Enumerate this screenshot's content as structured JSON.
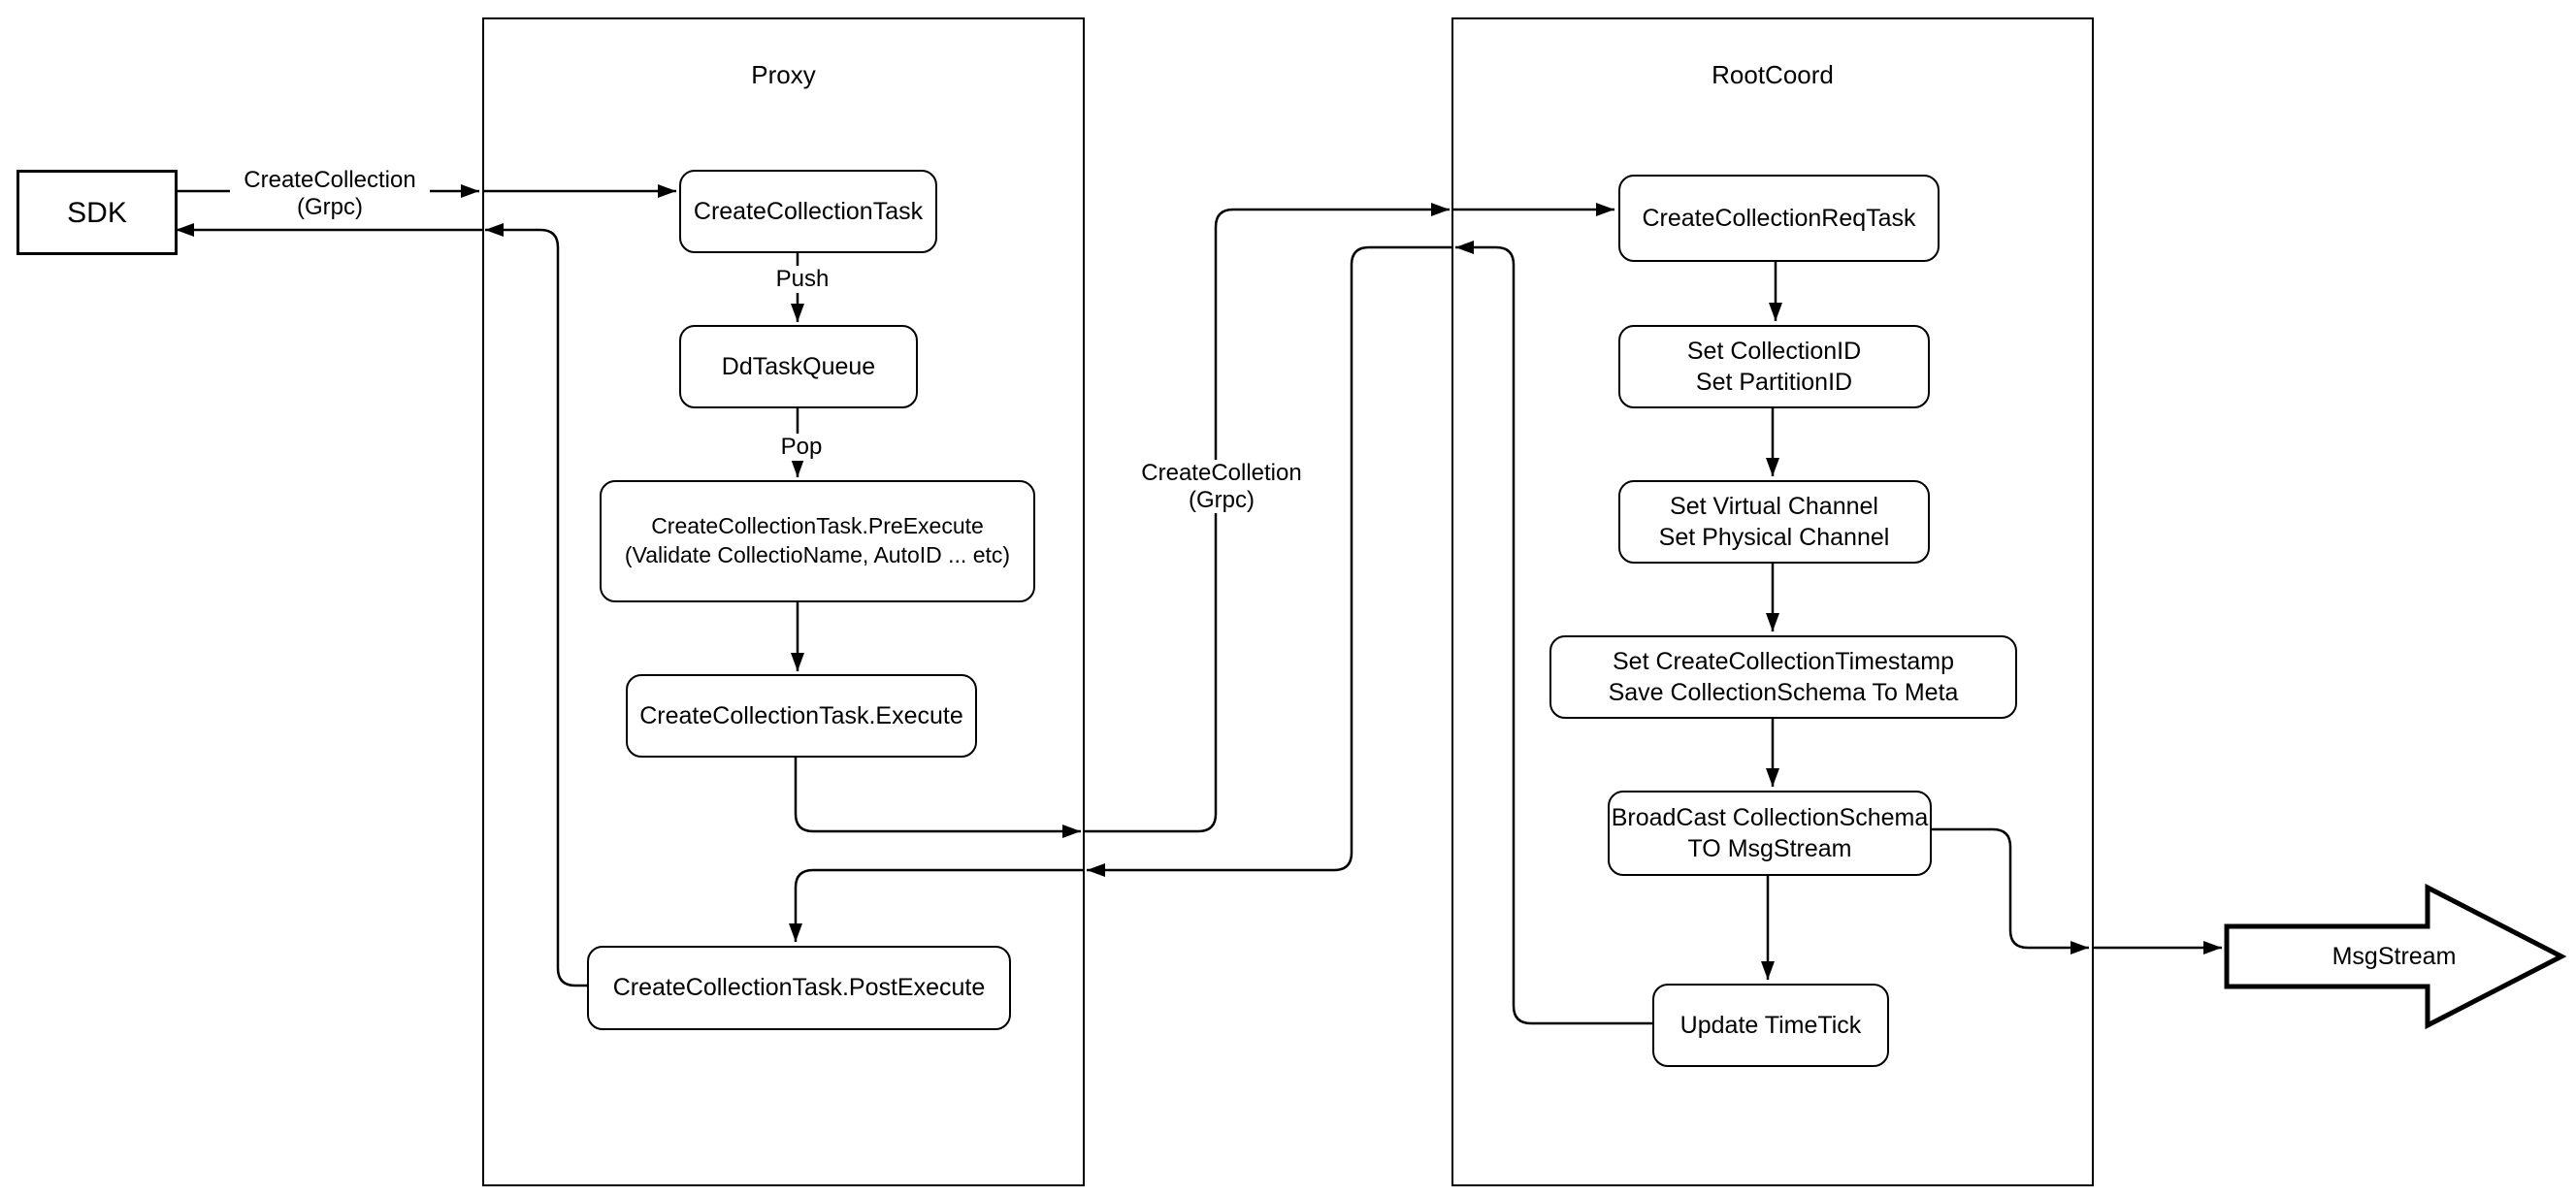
{
  "diagram": {
    "containers": {
      "proxy": {
        "title": "Proxy"
      },
      "rootcoord": {
        "title": "RootCoord"
      }
    },
    "nodes": {
      "sdk": {
        "label": "SDK"
      },
      "createCollectionTask": {
        "label": "CreateCollectionTask"
      },
      "ddTaskQueue": {
        "label": "DdTaskQueue"
      },
      "preExecute": {
        "line1": "CreateCollectionTask.PreExecute",
        "line2": "(Validate CollectioName, AutoID ... etc)"
      },
      "execute": {
        "label": "CreateCollectionTask.Execute"
      },
      "postExecute": {
        "label": "CreateCollectionTask.PostExecute"
      },
      "createCollectionReqTask": {
        "label": "CreateCollectionReqTask"
      },
      "setIds": {
        "line1": "Set CollectionID",
        "line2": "Set PartitionID"
      },
      "setChannels": {
        "line1": "Set Virtual Channel",
        "line2": "Set Physical Channel"
      },
      "setTimestamp": {
        "line1": "Set CreateCollectionTimestamp",
        "line2": "Save CollectionSchema To Meta"
      },
      "broadcast": {
        "line1": "BroadCast CollectionSchema",
        "line2": "TO MsgStream"
      },
      "updateTimeTick": {
        "label": "Update TimeTick"
      },
      "msgStream": {
        "label": "MsgStream"
      }
    },
    "edge_labels": {
      "sdkToProxy": {
        "line1": "CreateCollection",
        "line2": "(Grpc)"
      },
      "push": "Push",
      "pop": "Pop",
      "proxyToRoot": {
        "line1": "CreateColletion",
        "line2": "(Grpc)"
      }
    },
    "colors": {
      "stroke": "#000000",
      "background": "#ffffff"
    }
  }
}
